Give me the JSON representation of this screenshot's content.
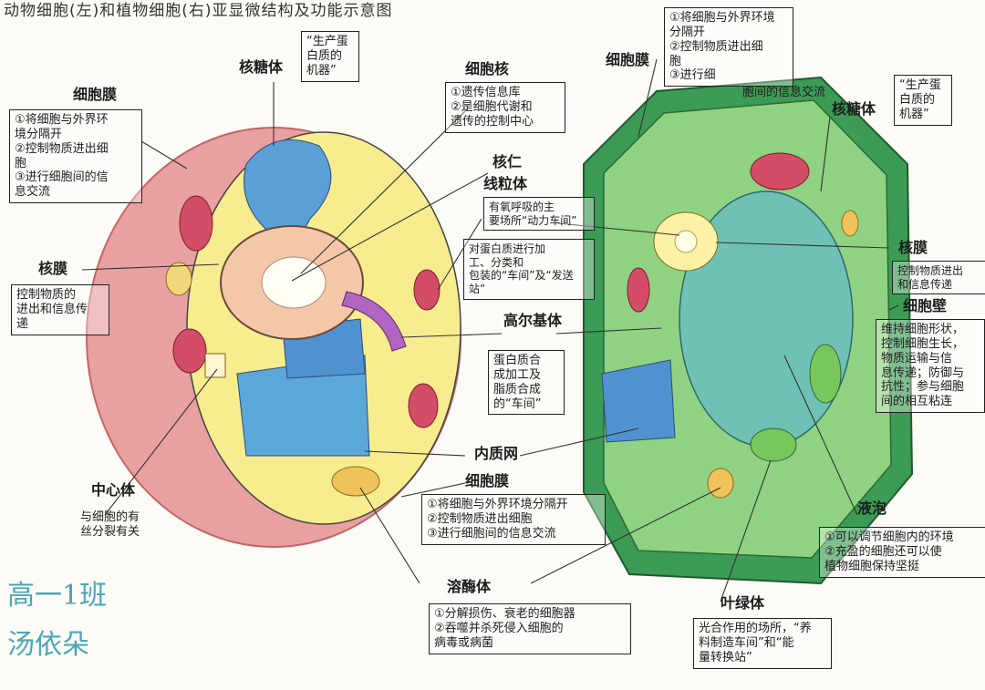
{
  "title": "动物细胞(左)和植物细胞(右)亚显微结构及功能示意图",
  "animal": {
    "membrane_label": "细胞膜",
    "membrane_box": "①将细胞与外界环\n境分隔开\n②控制物质进出细\n胞\n③进行细胞间的信\n息交流",
    "ribosome_label": "核糖体",
    "ribosome_box": "“生产蛋\n白质的\n机器”",
    "nucleus_label": "细胞核",
    "nucleus_box": "①遗传信息库\n②是细胞代谢和\n遗传的控制中心",
    "nucleolus_label": "核仁",
    "mito_label": "线粒体",
    "mito_box": "有氧呼吸的主\n要场所“动力车间”",
    "er_note": "对蛋白质进行加\n工、分类和\n包装的“车间”及“发送站”",
    "golgi_label": "高尔基体",
    "er_box": "蛋白质合\n成加工及\n脂质合成\n的“车间”",
    "er_label": "内质网",
    "envelope_label": "核膜",
    "envelope_box": "控制物质的\n进出和信息传\n递",
    "centriole_label": "中心体",
    "centriole_box": "与细胞的有\n丝分裂有关",
    "membrane2_label": "细胞膜",
    "membrane2_box": "①将细胞与外界环境分隔开\n②控制物质进出细胞\n③进行细胞间的信息交流",
    "lysosome_label": "溶酶体",
    "lysosome_box": "①分解损伤、衰老的细胞器\n②吞噬并杀死侵入细胞的\n病毒或病菌"
  },
  "plant": {
    "membrane_label": "细胞膜",
    "membrane_box": "①将细胞与外界环境\n分隔开\n②控制物质进出细\n胞\n③进行细",
    "membrane_cont": "胞间的信息交流",
    "ribosome_label": "核糖体",
    "ribosome_box": "“生产蛋\n白质的\n机器”",
    "envelope_label": "核膜",
    "envelope_box": "控制物质进出\n和信息传递",
    "wall_label": "细胞壁",
    "wall_box": "维持细胞形状，\n控制细胞生长，\n物质运输与信\n息传递；防御与\n抗性；参与细胞\n间的相互粘连",
    "vacuole_label": "液泡",
    "vacuole_box": "①可以调节细胞内的环境\n②充盈的细胞还可以使\n植物细胞保持坚挺",
    "chloroplast_label": "叶绿体",
    "chloroplast_box": "光合作用的场所，“养\n料制造车间”和“能\n量转换站”"
  },
  "signature": {
    "class": "高一1班",
    "name": "汤依朵"
  }
}
